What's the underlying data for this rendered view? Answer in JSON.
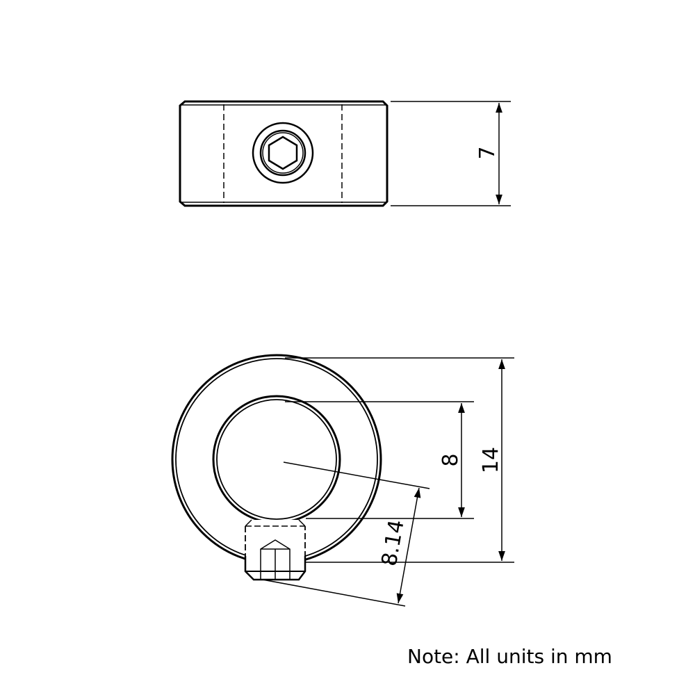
{
  "top_view": {
    "dimension_height": "7"
  },
  "front_view": {
    "dimension_outer_diameter": "14",
    "dimension_inner_diameter": "8",
    "dimension_screw_depth": "8.14"
  },
  "note": "Note: All units in mm",
  "colors": {
    "line": "#000000",
    "background": "#ffffff"
  }
}
